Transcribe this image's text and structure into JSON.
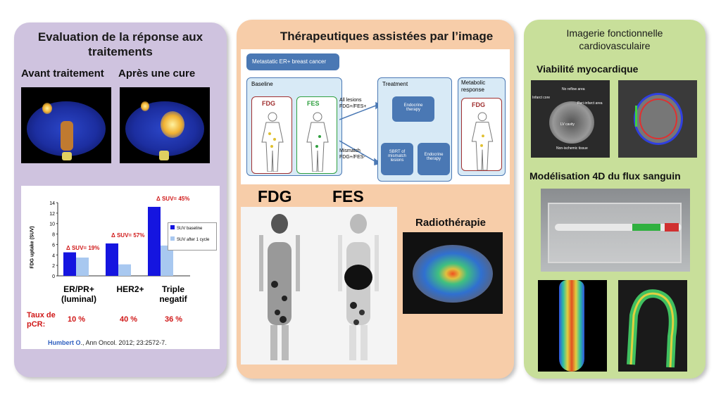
{
  "left_panel": {
    "title": "Evaluation de la réponse aux traitements",
    "before_label": "Avant traitement",
    "after_label": "Après une cure",
    "chart_data": {
      "type": "bar",
      "categories": [
        "ER/PR+ (luminal)",
        "HER2+",
        "Triple negatif"
      ],
      "series": [
        {
          "name": "SUV baseline",
          "values": [
            4.5,
            6.2,
            13.2
          ],
          "color": "#1515e0"
        },
        {
          "name": "SUV after 1 cycle",
          "values": [
            3.5,
            2.2,
            5.8
          ],
          "color": "#a8c8f0"
        }
      ],
      "ylabel": "FDG uptake (SUV)",
      "ylim": [
        0,
        14
      ],
      "yticks": [
        "0",
        "2",
        "4",
        "6",
        "8",
        "10",
        "12",
        "14"
      ],
      "annotations": [
        "Δ SUV= 19%",
        "Δ SUV= 57%",
        "Δ SUV= 45%"
      ],
      "legend_position": "right"
    },
    "cat1_line1": "ER/PR+",
    "cat1_line2": "(luminal)",
    "cat2": "HER2+",
    "cat3_line1": "Triple",
    "cat3_line2": "negatif",
    "pcr_label_1": "Taux de",
    "pcr_label_2": "pCR:",
    "pcr_values": [
      "10 %",
      "40 %",
      "36 %"
    ],
    "citation_author": "Humbert O",
    "citation_rest": "., Ann Oncol. 2012; 23:2572-7."
  },
  "middle_panel": {
    "title": "Thérapeutiques assistées par l’image",
    "diagram": {
      "header_box": "Metastatic ER+ breast cancer",
      "baseline_label": "Baseline",
      "treatment_label": "Treatment",
      "metabolic_label_1": "Metabolic",
      "metabolic_label_2": "response",
      "fdg": "FDG",
      "fes": "FES",
      "all_lesions_1": "All lesions",
      "all_lesions_2": "FDG+/FES+",
      "mismatch_1": "Mismatch",
      "mismatch_2": "FDG+/FES-",
      "endocrine_1": "Endocrine",
      "endocrine_2": "therapy",
      "sbrt_1": "SBRT of",
      "sbrt_2": "mismatch",
      "sbrt_3": "lesions",
      "endocrine_b_1": "Endocrine",
      "endocrine_b_2": "therapy"
    },
    "fdg_title": "FDG",
    "fes_title": "FES",
    "radiotherapy_label": "Radiothérapie"
  },
  "right_panel": {
    "title_line1": "Imagerie fonctionnelle",
    "title_line2": "cardiovasculaire",
    "viability_label": "Viabilité myocardique",
    "mri_labels": [
      "No reflow area",
      "Infarct core",
      "Peri-infarct area",
      "LV cavity",
      "Non-ischemic tissue"
    ],
    "flow_label": "Modélisation 4D du flux sanguin"
  },
  "colors": {
    "panel_left": "#cfc3df",
    "panel_middle": "#f7cda9",
    "panel_right": "#c8df9a",
    "accent_red": "#d01818",
    "diagram_blue": "#4a78b4"
  }
}
